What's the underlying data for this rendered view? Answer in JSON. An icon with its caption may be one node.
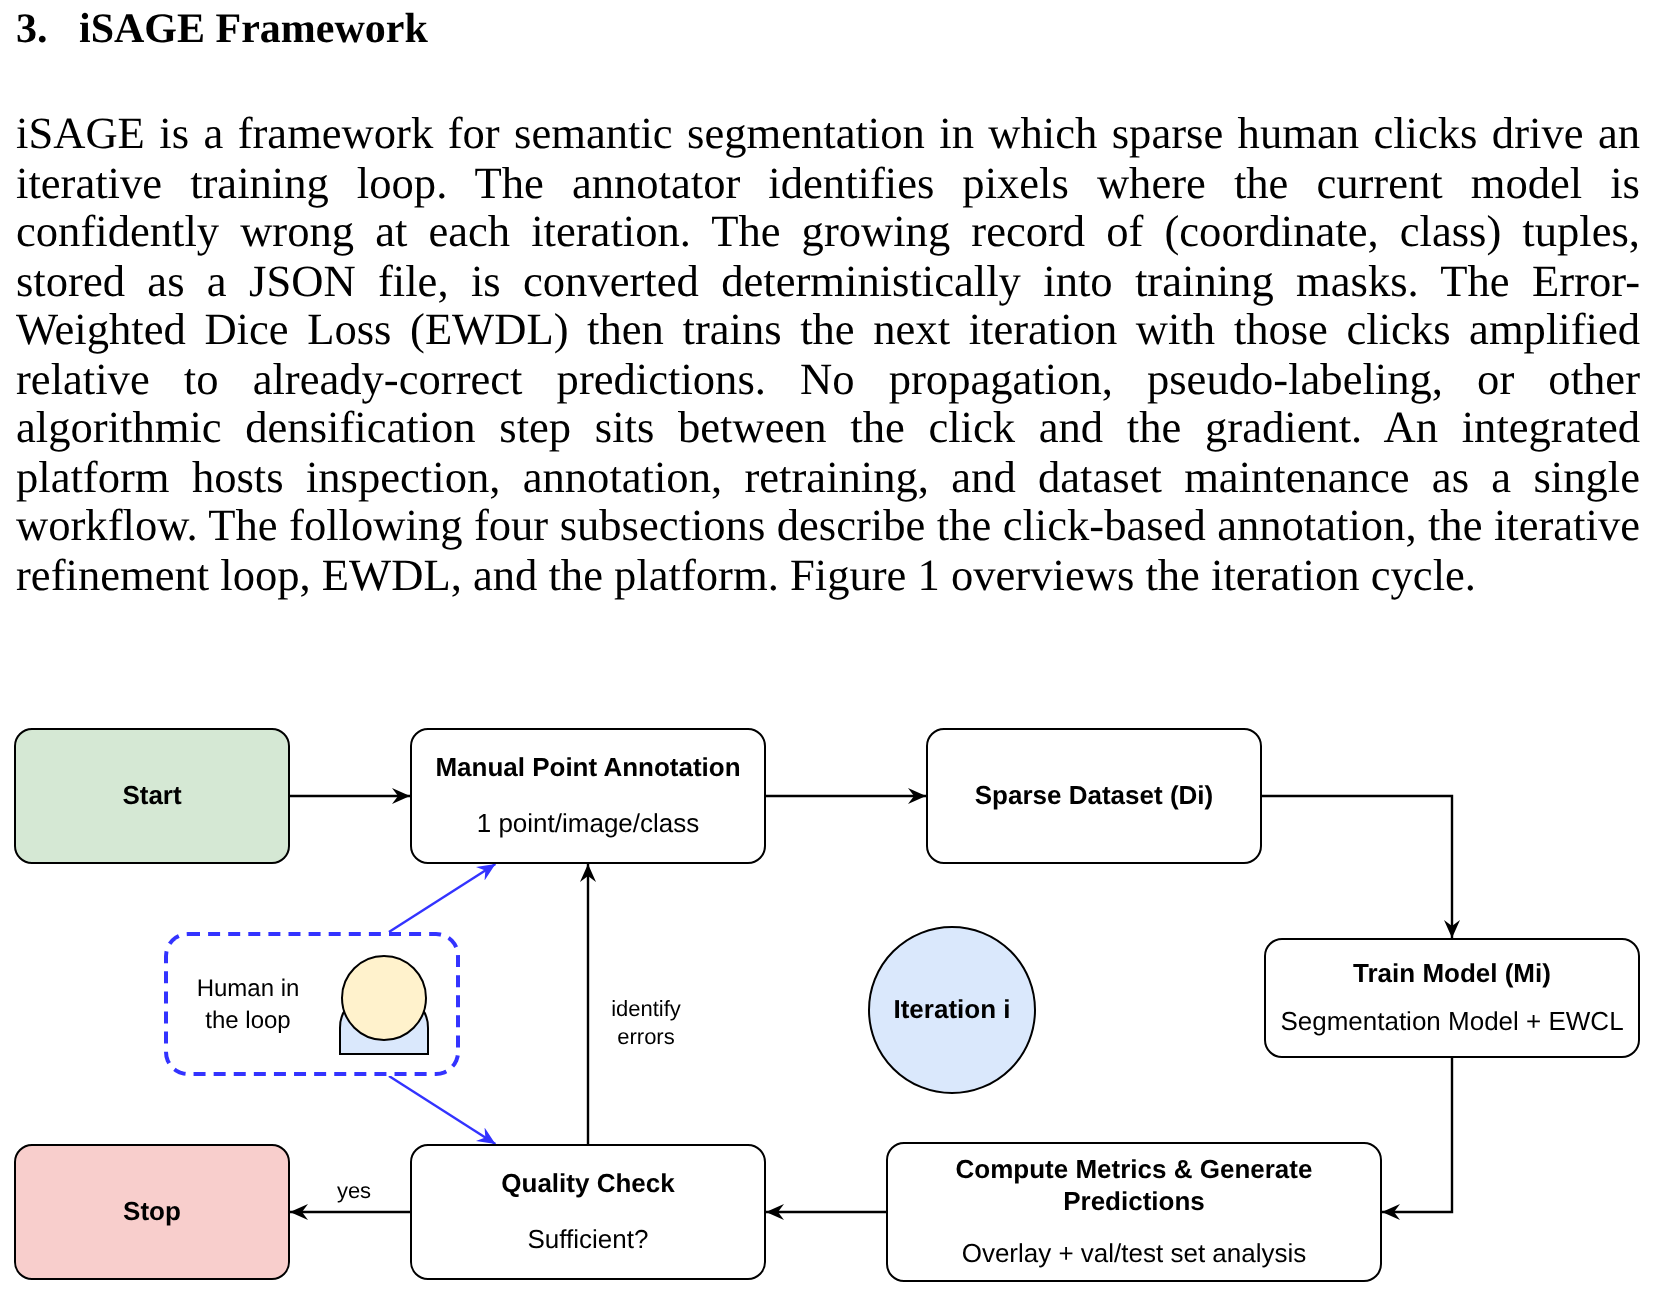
{
  "diagram": {
    "title": "3.   iSAGE Framework",
    "nodes": [
      {
        "text": [
          "Start"
        ]
      },
      {
        "text": [
          "Manual Point Annotation",
          "1 point/image/class"
        ]
      },
      {
        "text": [
          "Sparse Dataset (Di)"
        ]
      },
      {
        "text": [
          "Train Model (Mi)",
          "Segmentation Model + EWCL"
        ]
      },
      {
        "text": [
          "Compute Metrics & Generate Predictions",
          "Overlay + val/test set analysis"
        ]
      },
      {
        "text": [
          "Quality Check",
          "Sufficient?"
        ]
      },
      {
        "text": [
          "Stop"
        ]
      },
      {
        "text": [
          "Human in the loop"
        ]
      },
      {
        "text": [
          "Iteration i"
        ]
      }
    ],
    "edges": [
      {
        "from": 0,
        "to": 1,
        "arrow": "to"
      },
      {
        "from": 1,
        "to": 2,
        "arrow": "to"
      },
      {
        "from": 2,
        "to": 3,
        "arrow": "to"
      },
      {
        "from": 3,
        "to": 4,
        "arrow": "to"
      },
      {
        "from": 4,
        "to": 5,
        "arrow": "to"
      },
      {
        "from": 5,
        "to": 6,
        "arrow": "to",
        "label": "yes"
      },
      {
        "from": 5,
        "to": 1,
        "arrow": "to",
        "label": "identify errors"
      },
      {
        "from": 7,
        "to": 1,
        "arrow": "to",
        "color": "#3333ff"
      },
      {
        "from": 7,
        "to": 5,
        "arrow": "to",
        "color": "#3333ff"
      }
    ],
    "labels": [
      "iSAGE is a framework for semantic segmentation in which sparse human clicks drive an iterative training loop. The annotator identifies pixels where the current model is confidently wrong at each iteration. The growing record of (coordinate, class) tuples, stored as a JSON file, is converted deterministically into training masks. The Error-Weighted Dice Loss (EWDL) then trains the next iteration with those clicks amplified relative to already-correct predictions. No propagation, pseudo-labeling, or other algorithmic densification step sits between the click and the gradient. An integrated platform hosts inspection, annotation, retraining, and dataset maintenance as a single workflow. The following four subsections describe the click-based annotation, the iterative refinement loop, EWDL, and the platform. Figure 1 overviews the iteration cycle."
    ]
  }
}
